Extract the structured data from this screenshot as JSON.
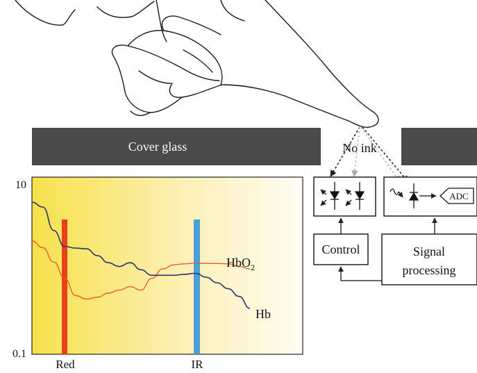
{
  "cover_glass": {
    "label": "Cover glass"
  },
  "annotation": {
    "no_ink": "No ink"
  },
  "blocks": {
    "adc": "ADC",
    "control": "Control",
    "signal_processing": [
      "Signal",
      "processing"
    ]
  },
  "colors": {
    "glass": "#4a4a4a",
    "red_band": "#e8401c",
    "ir_band": "#4a9fd4",
    "hb_curve": "#2e2f6e",
    "hbo2_curve": "#ee5a2a",
    "gradient_start": "#f7e24a",
    "gradient_end": "#fffdf2"
  },
  "chart_data": {
    "type": "line",
    "yscale": "log",
    "y_tick_labels": [
      "10",
      "0.1"
    ],
    "x_tick_labels": [
      "Red",
      "IR"
    ],
    "bands": [
      {
        "label": "Red",
        "color": "#e8401c"
      },
      {
        "label": "IR",
        "color": "#4a9fd4"
      }
    ],
    "series": [
      {
        "name": "HbO2",
        "label_base": "HbO",
        "label_sub": "2",
        "color": "#ee5a2a",
        "values": [
          1.9,
          1.6,
          1.1,
          0.72,
          0.46,
          0.42,
          0.44,
          0.49,
          0.53,
          0.58,
          0.53,
          0.72,
          0.92,
          1.02,
          1.05,
          1.07,
          1.06,
          1.06,
          1.05,
          0.98,
          0.92
        ]
      },
      {
        "name": "Hb",
        "label_base": "Hb",
        "color": "#2e2f6e",
        "values": [
          5.2,
          4.6,
          2.5,
          1.65,
          1.58,
          1.55,
          1.3,
          1.08,
          0.98,
          1.08,
          0.9,
          0.78,
          0.78,
          0.78,
          0.8,
          0.82,
          0.74,
          0.64,
          0.55,
          0.45,
          0.33
        ]
      }
    ]
  }
}
